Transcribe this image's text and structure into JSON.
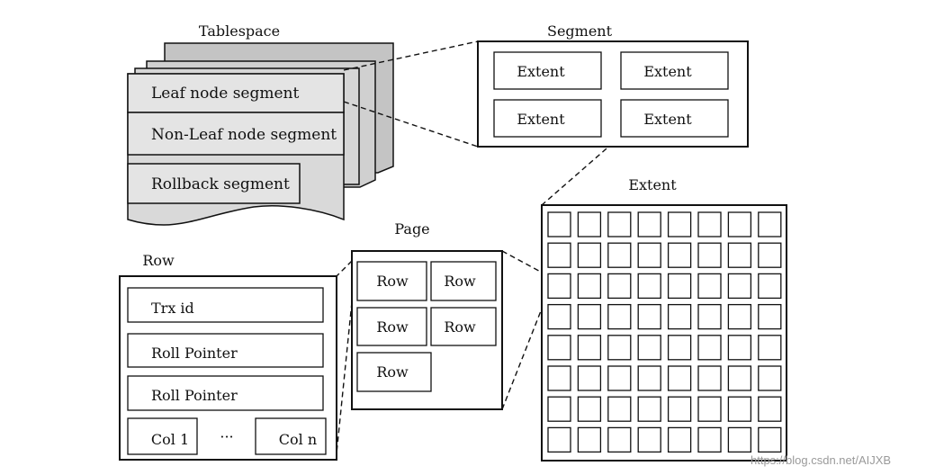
{
  "tablespace": {
    "title": "Tablespace",
    "segments": [
      "Leaf node segment",
      "Non-Leaf node segment",
      "Rollback segment"
    ]
  },
  "segment": {
    "title": "Segment",
    "extents": [
      "Extent",
      "Extent",
      "Extent",
      "Extent"
    ]
  },
  "extent": {
    "title": "Extent",
    "grid_rows": 8,
    "grid_cols": 8
  },
  "page": {
    "title": "Page",
    "rows": [
      "Row",
      "Row",
      "Row",
      "Row",
      "Row"
    ]
  },
  "row": {
    "title": "Row",
    "fields": [
      "Trx id",
      "Roll Pointer",
      "Roll Pointer"
    ],
    "col_first": "Col 1",
    "col_ellipsis": "···",
    "col_last": "Col n"
  },
  "watermark": "https://blog.csdn.net/AIJXB",
  "colors": {
    "stroke": "#111111",
    "segment_fill": "#e2e2e2",
    "back_sheet_fill": "#c4c4c4",
    "back_sheet_fill_2": "#d4d4d4"
  }
}
